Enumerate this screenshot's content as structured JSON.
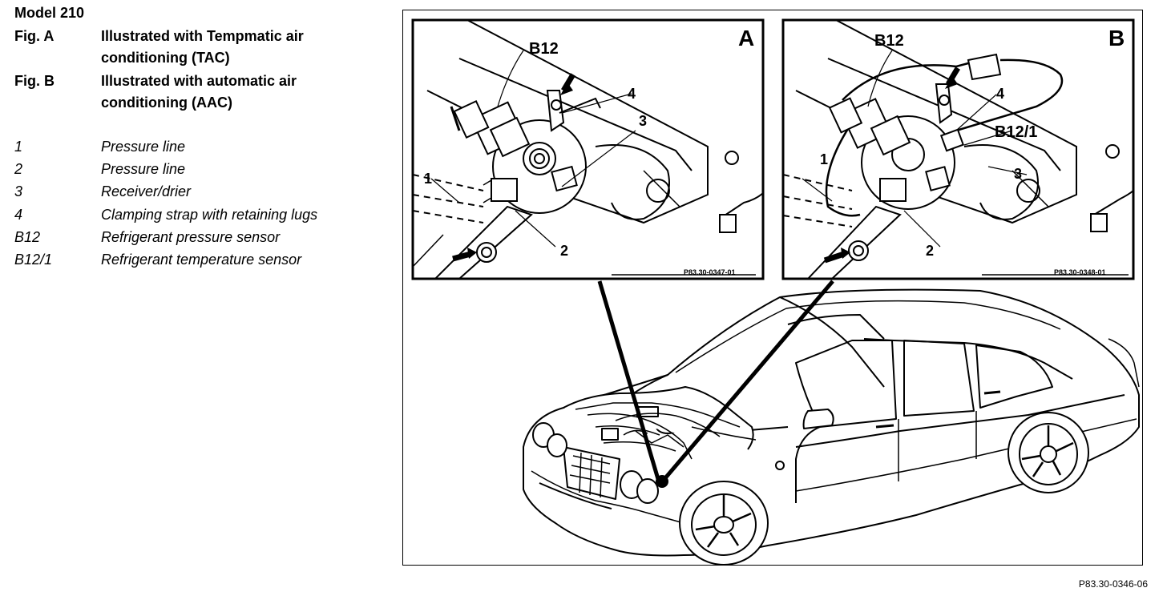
{
  "title": "Model 210",
  "figures": [
    {
      "key": "Fig. A",
      "text": "Illustrated with Tempmatic air conditioning (TAC)"
    },
    {
      "key": "Fig. B",
      "text": "Illustrated with automatic air conditioning (AAC)"
    }
  ],
  "legend": [
    {
      "key": "1",
      "label": "Pressure line"
    },
    {
      "key": "2",
      "label": "Pressure line"
    },
    {
      "key": "3",
      "label": "Receiver/drier"
    },
    {
      "key": "4",
      "label": "Clamping strap with retaining lugs"
    },
    {
      "key": "B12",
      "label": "Refrigerant pressure sensor"
    },
    {
      "key": "B12/1",
      "label": "Refrigerant temperature sensor"
    }
  ],
  "detail_a": {
    "letter": "A",
    "labels": {
      "b12": "B12",
      "n1": "1",
      "n2": "2",
      "n3": "3",
      "n4": "4"
    },
    "code": "P83.30-0347-01"
  },
  "detail_b": {
    "letter": "B",
    "labels": {
      "b12": "B12",
      "b121": "B12/1",
      "n1": "1",
      "n2": "2",
      "n3": "3",
      "n4": "4"
    },
    "code": "P83.30-0348-01"
  },
  "figure_code": "P83.30-0346-06"
}
